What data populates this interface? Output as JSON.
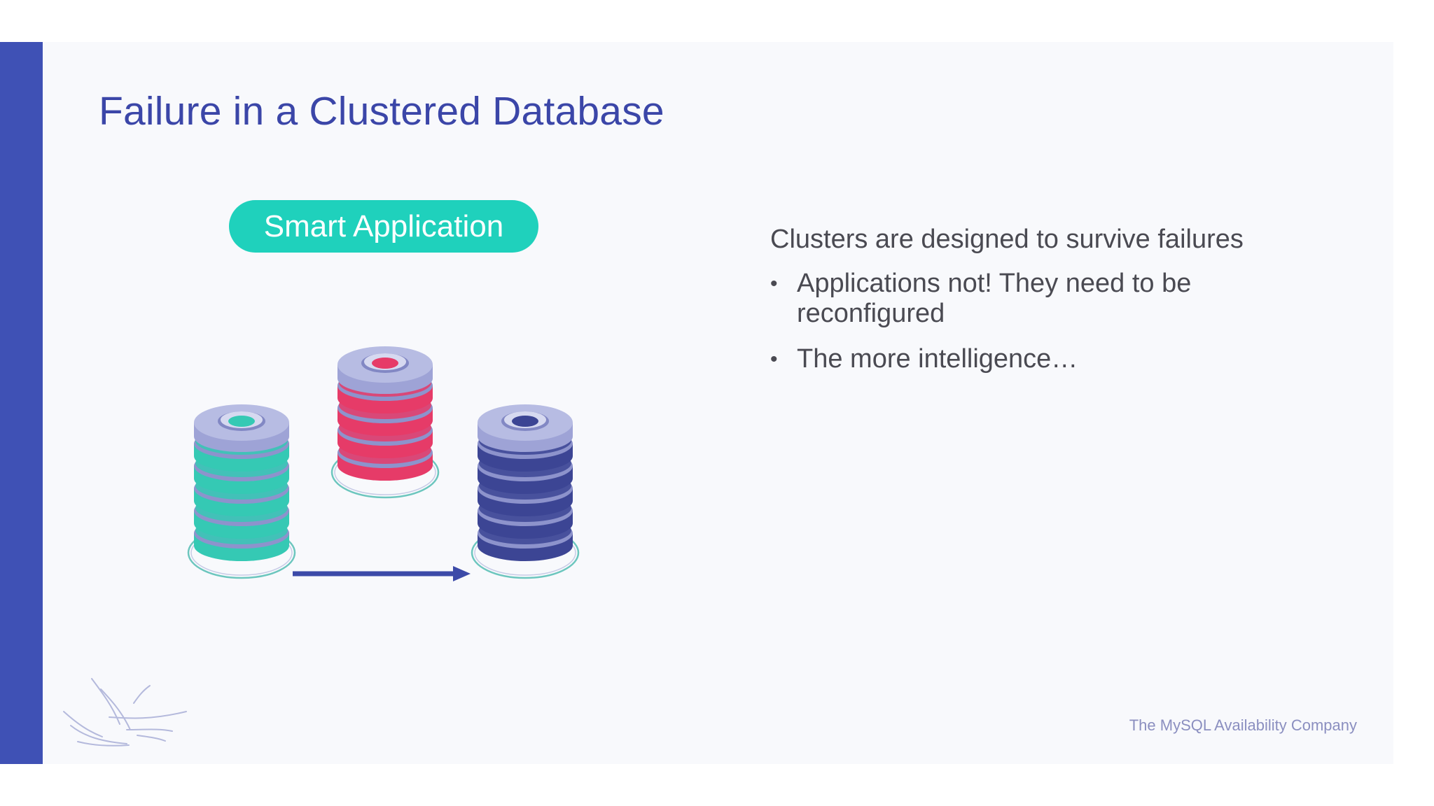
{
  "slide": {
    "title": "Failure in a Clustered Database",
    "pill_label": "Smart Application",
    "lead": "Clusters are designed to survive failures",
    "bullets": [
      "Applications not! They need to be reconfigured",
      "The more intelligence…"
    ],
    "footer": "The MySQL Availability Company",
    "bullet_glyph": "•"
  },
  "colors": {
    "accent_bar": "#3f51b5",
    "title": "#3b46a8",
    "pill": "#1fd1bc",
    "footer": "#8b8fc0",
    "teal_node": "#35c9b4",
    "red_node": "#e63b68",
    "blue_node": "#3c4594",
    "disk_top": "#b7bce3",
    "arrow": "#3c4aa8"
  },
  "icons": {
    "database_left": "database-stack-icon",
    "database_top": "database-stack-icon",
    "database_right": "database-stack-icon",
    "arrow": "arrow-right-icon",
    "logo": "flying-birds-logo"
  }
}
